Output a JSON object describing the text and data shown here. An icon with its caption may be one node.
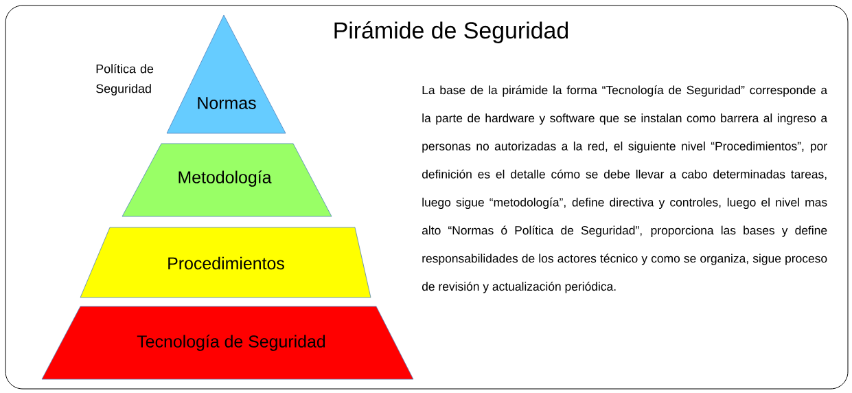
{
  "diagram": {
    "title": "Pirámide de Seguridad",
    "nodes": [
      {
        "text": [
          "Normas"
        ],
        "beside": [
          "Política de Seguridad"
        ]
      },
      {
        "text": [
          "Metodología"
        ]
      },
      {
        "text": [
          "Procedimientos"
        ]
      },
      {
        "text": [
          "Tecnología de Seguridad"
        ]
      }
    ],
    "labels": [
      "La base de la pirámide la forma “Tecnología de Seguridad” corresponde a la parte de hardware y software que se instalan como barrera al ingreso a personas no autorizadas a la red, el siguiente nivel “Procedimientos”, por definición es el detalle cómo se debe llevar a cabo determinadas tareas, luego sigue “metodología”, define directiva y controles, luego el nivel mas alto “Normas ó Política de Seguridad”, proporciona las bases y define responsabilidades de los actores técnico y como se organiza, sigue proceso de revisión y actualización periódica."
    ]
  }
}
